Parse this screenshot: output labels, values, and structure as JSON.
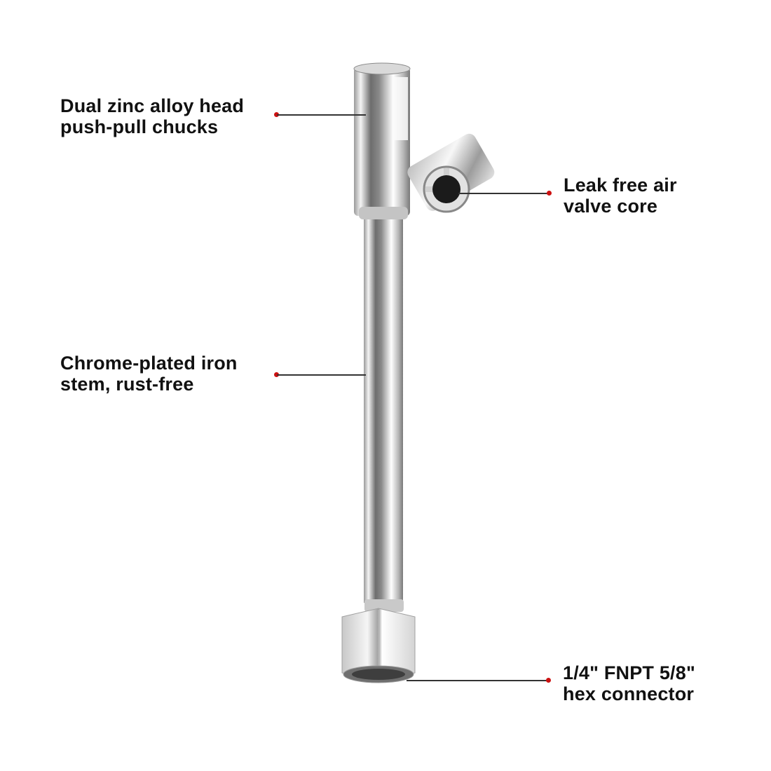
{
  "diagram": {
    "subject": "Dual head tire inflator chuck",
    "callouts": [
      {
        "id": "head",
        "lines": [
          "Dual zinc alloy head",
          "push-pull chucks"
        ],
        "side": "left"
      },
      {
        "id": "valve",
        "lines": [
          "Leak free air",
          "valve core"
        ],
        "side": "right"
      },
      {
        "id": "stem",
        "lines": [
          "Chrome-plated iron",
          "stem, rust-free"
        ],
        "side": "left"
      },
      {
        "id": "connector",
        "lines": [
          "1/4\" FNPT 5/8\"",
          "hex connector"
        ],
        "side": "right"
      }
    ],
    "colors": {
      "dot": "#cc1111",
      "leader": "#333333",
      "text": "#111111",
      "background": "#ffffff"
    }
  }
}
